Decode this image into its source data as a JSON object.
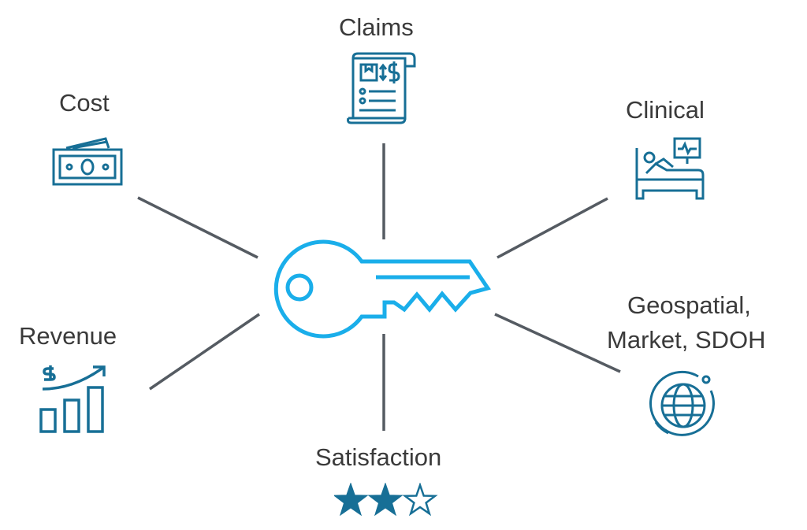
{
  "labels": {
    "claims": "Claims",
    "cost": "Cost",
    "clinical": "Clinical",
    "revenue": "Revenue",
    "geo_line1": "Geospatial,",
    "geo_line2": "Market, SDOH",
    "satisfaction": "Satisfaction"
  },
  "icons": {
    "center": "key-icon",
    "claims": "claim-document-icon",
    "cost": "money-bills-icon",
    "clinical": "hospital-bed-monitor-icon",
    "revenue": "revenue-growth-chart-icon",
    "geo": "globe-orbit-icon",
    "satisfaction": "star-rating-icon"
  },
  "satisfaction_rating": {
    "filled": 2,
    "total": 3
  },
  "colors": {
    "key": "#1aaeea",
    "icon": "#176f96",
    "connector": "#555b62",
    "text": "#3a3a3a"
  }
}
